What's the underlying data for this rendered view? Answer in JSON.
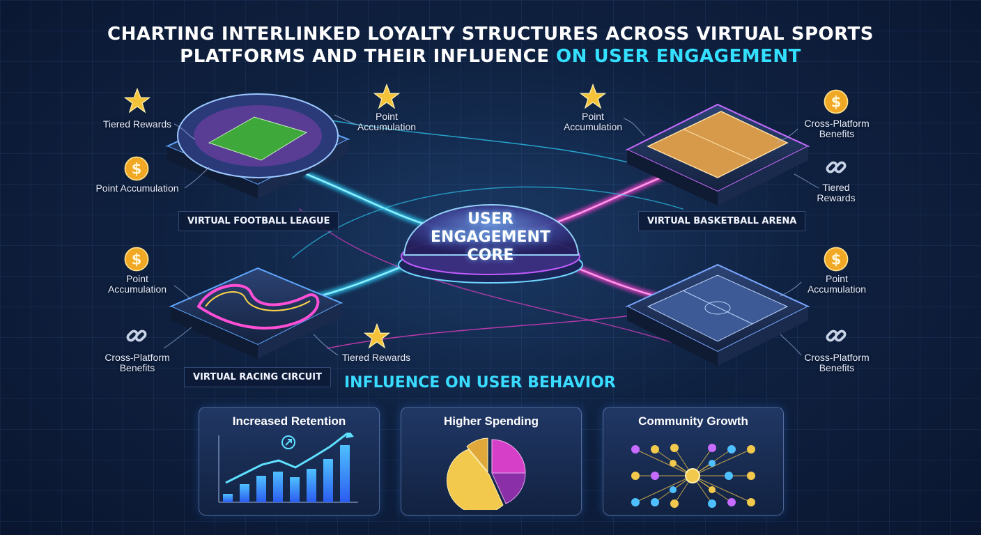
{
  "title": {
    "line1": "CHARTING INTERLINKED LOYALTY STRUCTURES ACROSS VIRTUAL SPORTS",
    "line2_a": "PLATFORMS AND THEIR INFLUENCE ",
    "line2_b": "ON USER ENGAGEMENT"
  },
  "core": {
    "line1": "USER",
    "line2": "ENGAGEMENT",
    "line3": "CORE"
  },
  "platforms": {
    "football": "VIRTUAL FOOTBALL LEAGUE",
    "basketball": "VIRTUAL BASKETBALL ARENA",
    "racing": "VIRTUAL RACING CIRCUIT"
  },
  "labels": {
    "fb_tiered": "Tiered Rewards",
    "fb_points_left": "Point Accumulation",
    "fb_points_right_1": "Point",
    "fb_points_right_2": "Accumulation",
    "bb_points_1": "Point",
    "bb_points_2": "Accumulation",
    "bb_cross_1": "Cross-Platform",
    "bb_cross_2": "Benefits",
    "bb_tiered_1": "Tiered",
    "bb_tiered_2": "Rewards",
    "rc_points_1": "Point",
    "rc_points_2": "Accumulation",
    "rc_cross_1": "Cross-Platform",
    "rc_cross_2": "Benefits",
    "rc_tiered": "Tiered Rewards",
    "ct_points_1": "Point",
    "ct_points_2": "Accumulation",
    "ct_cross_1": "Cross-Platform",
    "ct_cross_2": "Benefits"
  },
  "influence": {
    "heading": "INFLUENCE ON USER BEHAVIOR",
    "panels": [
      "Increased Retention",
      "Higher Spending",
      "Community Growth"
    ]
  },
  "icons": {
    "star": "star-icon",
    "coin": "dollar-coin-icon",
    "link": "chain-link-icon",
    "trend": "trend-arrow-icon"
  },
  "colors": {
    "accent": "#34e0ff",
    "magenta": "#ff3fd2",
    "gold": "#f5c33a"
  }
}
